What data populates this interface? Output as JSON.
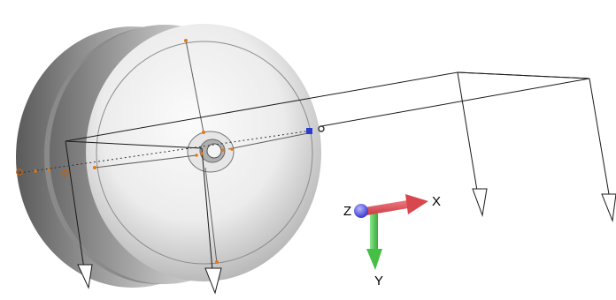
{
  "viewport": {
    "background": "#ffffff",
    "model": "wheel-assembly-with-wire-frame",
    "wire_color": "#1a1a1a",
    "node_color": "#e07a1a",
    "selected_node_color": "#2a3bd0",
    "wheel_shading": [
      "#f7f7f7",
      "#9c9c9c"
    ]
  },
  "triad": {
    "x_label": "X",
    "y_label": "Y",
    "z_label": "Z",
    "x_color": "#e4525a",
    "y_color": "#4fc84f",
    "z_color": "#4a4ae0"
  }
}
